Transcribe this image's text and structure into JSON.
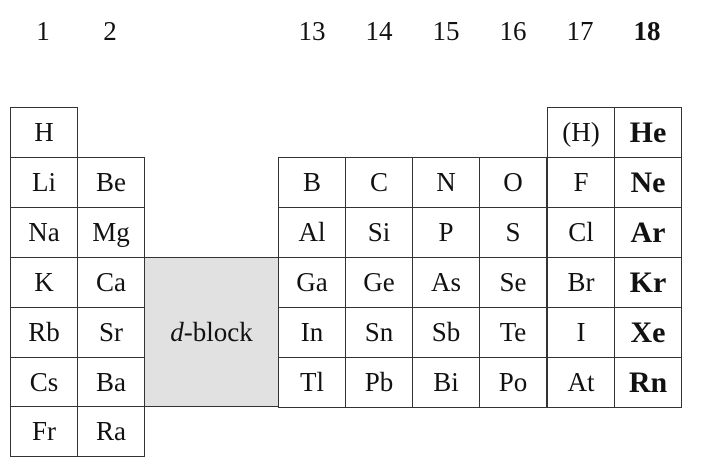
{
  "group_headers": {
    "g1": "1",
    "g2": "2",
    "g13": "13",
    "g14": "14",
    "g15": "15",
    "g16": "16",
    "g17": "17",
    "g18": "18"
  },
  "d_block": {
    "letter": "d",
    "suffix": "-block",
    "fill_color": "#e1e1e1"
  },
  "elements": {
    "r1": {
      "g1": "H",
      "g17": "(H)",
      "g18": "He"
    },
    "r2": {
      "g1": "Li",
      "g2": "Be",
      "g13": "B",
      "g14": "C",
      "g15": "N",
      "g16": "O",
      "g17": "F",
      "g18": "Ne"
    },
    "r3": {
      "g1": "Na",
      "g2": "Mg",
      "g13": "Al",
      "g14": "Si",
      "g15": "P",
      "g16": "S",
      "g17": "Cl",
      "g18": "Ar"
    },
    "r4": {
      "g1": "K",
      "g2": "Ca",
      "g13": "Ga",
      "g14": "Ge",
      "g15": "As",
      "g16": "Se",
      "g17": "Br",
      "g18": "Kr"
    },
    "r5": {
      "g1": "Rb",
      "g2": "Sr",
      "g13": "In",
      "g14": "Sn",
      "g15": "Sb",
      "g16": "Te",
      "g17": "I",
      "g18": "Xe"
    },
    "r6": {
      "g1": "Cs",
      "g2": "Ba",
      "g13": "Tl",
      "g14": "Pb",
      "g15": "Bi",
      "g16": "Po",
      "g17": "At",
      "g18": "Rn"
    },
    "r7": {
      "g1": "Fr",
      "g2": "Ra"
    }
  }
}
